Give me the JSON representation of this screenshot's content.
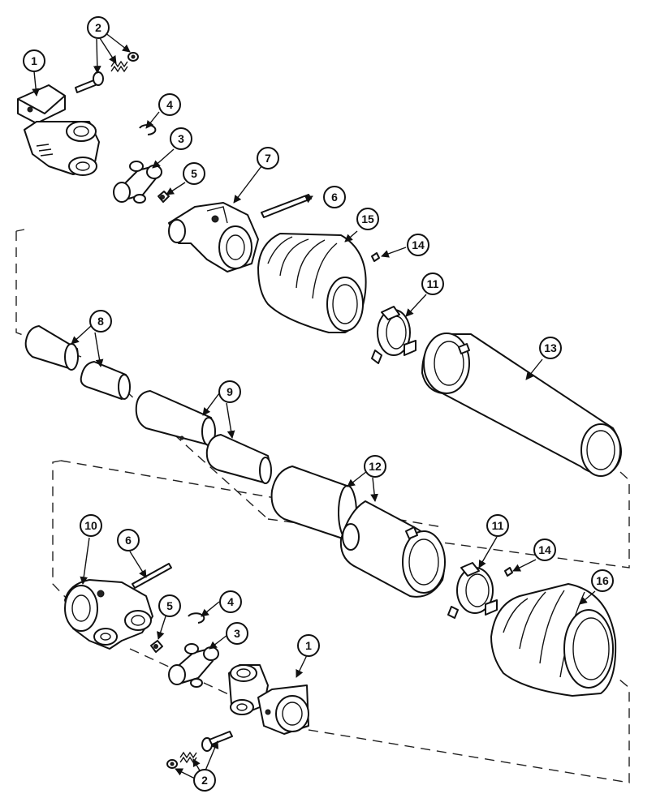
{
  "callouts": {
    "c1a": "1",
    "c1b": "1",
    "c2a": "2",
    "c2b": "2",
    "c3a": "3",
    "c3b": "3",
    "c4a": "4",
    "c4b": "4",
    "c5a": "5",
    "c5b": "5",
    "c6a": "6",
    "c6b": "6",
    "c7": "7",
    "c8": "8",
    "c9": "9",
    "c10": "10",
    "c11a": "11",
    "c11b": "11",
    "c12": "12",
    "c13": "13",
    "c14a": "14",
    "c14b": "14",
    "c15": "15",
    "c16": "16"
  }
}
